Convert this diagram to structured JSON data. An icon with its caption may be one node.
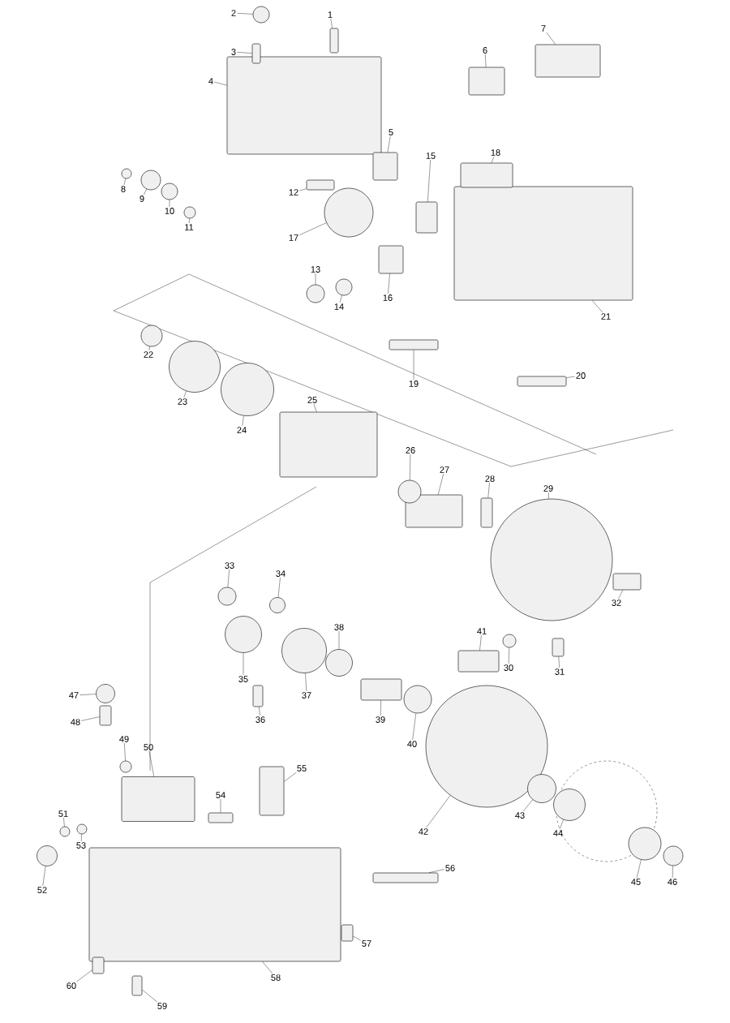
{
  "diagram": {
    "nodes": [
      {
        "text": [
          "1"
        ]
      },
      {
        "text": [
          "2"
        ]
      },
      {
        "text": [
          "3"
        ]
      },
      {
        "text": [
          "4"
        ]
      },
      {
        "text": [
          "5"
        ]
      },
      {
        "text": [
          "6"
        ]
      },
      {
        "text": [
          "7"
        ]
      },
      {
        "text": [
          "8"
        ]
      },
      {
        "text": [
          "9"
        ]
      },
      {
        "text": [
          "10"
        ]
      },
      {
        "text": [
          "11"
        ]
      },
      {
        "text": [
          "12"
        ]
      },
      {
        "text": [
          "13"
        ]
      },
      {
        "text": [
          "14"
        ]
      },
      {
        "text": [
          "15"
        ]
      },
      {
        "text": [
          "16"
        ]
      },
      {
        "text": [
          "17"
        ]
      },
      {
        "text": [
          "18"
        ]
      },
      {
        "text": [
          "19"
        ]
      },
      {
        "text": [
          "20"
        ]
      },
      {
        "text": [
          "21"
        ]
      },
      {
        "text": [
          "22"
        ]
      },
      {
        "text": [
          "23"
        ]
      },
      {
        "text": [
          "24"
        ]
      },
      {
        "text": [
          "25"
        ]
      },
      {
        "text": [
          "26"
        ]
      },
      {
        "text": [
          "27"
        ]
      },
      {
        "text": [
          "28"
        ]
      },
      {
        "text": [
          "29"
        ]
      },
      {
        "text": [
          "30"
        ]
      },
      {
        "text": [
          "31"
        ]
      },
      {
        "text": [
          "32"
        ]
      },
      {
        "text": [
          "33"
        ]
      },
      {
        "text": [
          "34"
        ]
      },
      {
        "text": [
          "35"
        ]
      },
      {
        "text": [
          "36"
        ]
      },
      {
        "text": [
          "37"
        ]
      },
      {
        "text": [
          "38"
        ]
      },
      {
        "text": [
          "39"
        ]
      },
      {
        "text": [
          "40"
        ]
      },
      {
        "text": [
          "41"
        ]
      },
      {
        "text": [
          "42"
        ]
      },
      {
        "text": [
          "43"
        ]
      },
      {
        "text": [
          "44"
        ]
      },
      {
        "text": [
          "45"
        ]
      },
      {
        "text": [
          "46"
        ]
      },
      {
        "text": [
          "47"
        ]
      },
      {
        "text": [
          "48"
        ]
      },
      {
        "text": [
          "49"
        ]
      },
      {
        "text": [
          "50"
        ]
      },
      {
        "text": [
          "51"
        ]
      },
      {
        "text": [
          "52"
        ]
      },
      {
        "text": [
          "53"
        ]
      },
      {
        "text": [
          "54"
        ]
      },
      {
        "text": [
          "55"
        ]
      },
      {
        "text": [
          "56"
        ]
      },
      {
        "text": [
          "57"
        ]
      },
      {
        "text": [
          "58"
        ]
      },
      {
        "text": [
          "59"
        ]
      },
      {
        "text": [
          "60"
        ]
      },
      {
        "text": [],
        "shape": "box"
      },
      {
        "text": [],
        "shape": "circle"
      },
      {
        "text": [],
        "shape": "box"
      },
      {
        "text": [],
        "shape": "box"
      },
      {
        "text": [],
        "shape": "box"
      },
      {
        "text": [],
        "shape": "box"
      },
      {
        "text": [],
        "shape": "box"
      },
      {
        "text": [],
        "shape": "circle"
      },
      {
        "text": [],
        "shape": "circle"
      },
      {
        "text": [],
        "shape": "circle"
      },
      {
        "text": [],
        "shape": "circle"
      },
      {
        "text": [],
        "shape": "box"
      },
      {
        "text": [],
        "shape": "circle"
      },
      {
        "text": [],
        "shape": "circle"
      },
      {
        "text": [],
        "shape": "box"
      },
      {
        "text": [],
        "shape": "box"
      },
      {
        "text": [],
        "shape": "circle"
      },
      {
        "text": [],
        "shape": "box"
      },
      {
        "text": [],
        "shape": "box"
      },
      {
        "text": [],
        "shape": "box"
      },
      {
        "text": [],
        "shape": "box"
      },
      {
        "text": [],
        "shape": "circle"
      },
      {
        "text": [],
        "shape": "circle"
      },
      {
        "text": [],
        "shape": "circle"
      },
      {
        "text": [],
        "shape": "box"
      },
      {
        "text": [],
        "shape": "circle"
      },
      {
        "text": [],
        "shape": "box"
      },
      {
        "text": [],
        "shape": "box"
      },
      {
        "text": [],
        "shape": "circle"
      },
      {
        "text": [],
        "shape": "circle"
      },
      {
        "text": [],
        "shape": "box"
      },
      {
        "text": [],
        "shape": "box"
      },
      {
        "text": [],
        "shape": "circle"
      },
      {
        "text": [],
        "shape": "circle"
      },
      {
        "text": [],
        "shape": "circle"
      },
      {
        "text": [],
        "shape": "box"
      },
      {
        "text": [],
        "shape": "circle"
      },
      {
        "text": [],
        "shape": "circle"
      },
      {
        "text": [],
        "shape": "box"
      },
      {
        "text": [],
        "shape": "circle"
      },
      {
        "text": [],
        "shape": "box"
      },
      {
        "text": [],
        "shape": "circle"
      },
      {
        "text": [],
        "shape": "circle"
      },
      {
        "text": [],
        "shape": "circle"
      },
      {
        "text": [],
        "shape": "circle"
      },
      {
        "text": [],
        "shape": "circle"
      },
      {
        "text": [],
        "shape": "circle"
      },
      {
        "text": [],
        "shape": "box"
      },
      {
        "text": [],
        "shape": "circle"
      },
      {
        "text": [],
        "shape": "box"
      },
      {
        "text": [],
        "shape": "circle"
      },
      {
        "text": [],
        "shape": "circle"
      },
      {
        "text": [],
        "shape": "circle"
      },
      {
        "text": [],
        "shape": "box"
      },
      {
        "text": [],
        "shape": "box"
      },
      {
        "text": [],
        "shape": "box"
      },
      {
        "text": [],
        "shape": "box"
      },
      {
        "text": [],
        "shape": "box"
      },
      {
        "text": [],
        "shape": "box"
      },
      {
        "text": [],
        "shape": "box"
      }
    ],
    "edges": [
      {
        "from": 0,
        "to": 60,
        "arrow": "none"
      },
      {
        "from": 1,
        "to": 61,
        "arrow": "none"
      },
      {
        "from": 2,
        "to": 62,
        "arrow": "none"
      },
      {
        "from": 3,
        "to": 63,
        "arrow": "none"
      },
      {
        "from": 4,
        "to": 64,
        "arrow": "none"
      },
      {
        "from": 5,
        "to": 65,
        "arrow": "none"
      },
      {
        "from": 6,
        "to": 66,
        "arrow": "none"
      },
      {
        "from": 7,
        "to": 67,
        "arrow": "none"
      },
      {
        "from": 8,
        "to": 68,
        "arrow": "none"
      },
      {
        "from": 9,
        "to": 69,
        "arrow": "none"
      },
      {
        "from": 10,
        "to": 70,
        "arrow": "none"
      },
      {
        "from": 11,
        "to": 71,
        "arrow": "none"
      },
      {
        "from": 12,
        "to": 72,
        "arrow": "none"
      },
      {
        "from": 13,
        "to": 73,
        "arrow": "none"
      },
      {
        "from": 14,
        "to": 74,
        "arrow": "none"
      },
      {
        "from": 15,
        "to": 75,
        "arrow": "none"
      },
      {
        "from": 16,
        "to": 76,
        "arrow": "none"
      },
      {
        "from": 17,
        "to": 77,
        "arrow": "none"
      },
      {
        "from": 18,
        "to": 78,
        "arrow": "none"
      },
      {
        "from": 19,
        "to": 79,
        "arrow": "none"
      },
      {
        "from": 20,
        "to": 80,
        "arrow": "none"
      },
      {
        "from": 21,
        "to": 81,
        "arrow": "none"
      },
      {
        "from": 22,
        "to": 82,
        "arrow": "none"
      },
      {
        "from": 23,
        "to": 83,
        "arrow": "none"
      },
      {
        "from": 24,
        "to": 84,
        "arrow": "none"
      },
      {
        "from": 25,
        "to": 85,
        "arrow": "none"
      },
      {
        "from": 26,
        "to": 86,
        "arrow": "none"
      },
      {
        "from": 27,
        "to": 87,
        "arrow": "none"
      },
      {
        "from": 28,
        "to": 88,
        "arrow": "none"
      },
      {
        "from": 29,
        "to": 89,
        "arrow": "none"
      },
      {
        "from": 30,
        "to": 90,
        "arrow": "none"
      },
      {
        "from": 31,
        "to": 91,
        "arrow": "none"
      },
      {
        "from": 32,
        "to": 92,
        "arrow": "none"
      },
      {
        "from": 33,
        "to": 93,
        "arrow": "none"
      },
      {
        "from": 34,
        "to": 94,
        "arrow": "none"
      },
      {
        "from": 35,
        "to": 95,
        "arrow": "none"
      },
      {
        "from": 36,
        "to": 96,
        "arrow": "none"
      },
      {
        "from": 37,
        "to": 97,
        "arrow": "none"
      },
      {
        "from": 38,
        "to": 98,
        "arrow": "none"
      },
      {
        "from": 39,
        "to": 99,
        "arrow": "none"
      },
      {
        "from": 40,
        "to": 100,
        "arrow": "none"
      },
      {
        "from": 41,
        "to": 101,
        "arrow": "none"
      },
      {
        "from": 42,
        "to": 102,
        "arrow": "none"
      },
      {
        "from": 43,
        "to": 103,
        "arrow": "none"
      },
      {
        "from": 44,
        "to": 104,
        "arrow": "none"
      },
      {
        "from": 45,
        "to": 105,
        "arrow": "none"
      },
      {
        "from": 46,
        "to": 106,
        "arrow": "none"
      },
      {
        "from": 47,
        "to": 107,
        "arrow": "none"
      },
      {
        "from": 48,
        "to": 108,
        "arrow": "none"
      },
      {
        "from": 49,
        "to": 109,
        "arrow": "none"
      },
      {
        "from": 50,
        "to": 110,
        "arrow": "none"
      },
      {
        "from": 51,
        "to": 111,
        "arrow": "none"
      },
      {
        "from": 52,
        "to": 112,
        "arrow": "none"
      },
      {
        "from": 53,
        "to": 113,
        "arrow": "none"
      },
      {
        "from": 54,
        "to": 114,
        "arrow": "none"
      },
      {
        "from": 55,
        "to": 115,
        "arrow": "none"
      },
      {
        "from": 56,
        "to": 116,
        "arrow": "none"
      },
      {
        "from": 57,
        "to": 117,
        "arrow": "none"
      },
      {
        "from": 58,
        "to": 118,
        "arrow": "none"
      },
      {
        "from": 59,
        "to": 119,
        "arrow": "none"
      }
    ]
  }
}
